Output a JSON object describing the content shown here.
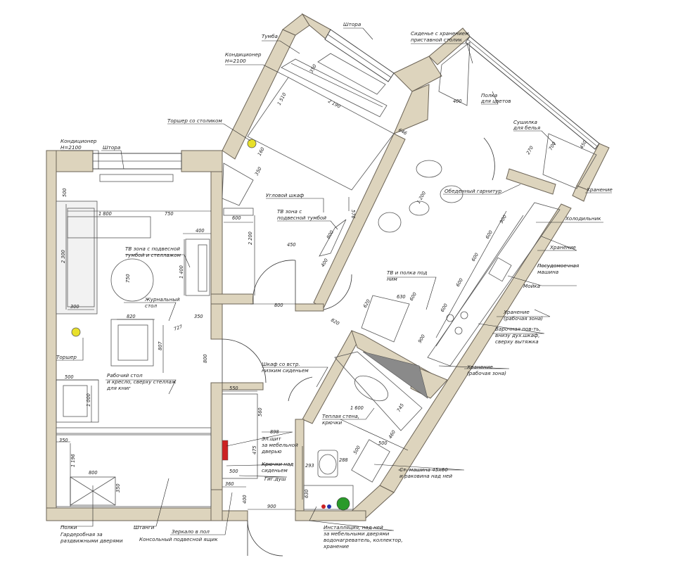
{
  "labels": {
    "tumba": "Тумба",
    "shtora_top": "Штора",
    "sidenie": "Сиденье с хранением,",
    "pristavnoy": "приставной столик",
    "polka_cvety": "Полка",
    "polka_cvety2": "для цветов",
    "kond_top": "Кондиционер",
    "kond_top_h": "H=2100",
    "sushilka": "Сушилка",
    "sushilka2": "для белья",
    "torsher_stolik": "Торшер со столиком",
    "kond_left": "Кондиционер",
    "kond_left_h": "H=2100",
    "shtora_left": "Штора",
    "hranenie_r1": "Хранение",
    "uglovoy": "Угловой шкаф",
    "obedenny": "Обеденный гарнитур",
    "tv_tumba": "ТВ зона с",
    "tv_tumba2": "подвесной тумбой",
    "holodilnik": "Холодильник",
    "hranenie_r2": "Хранение",
    "tv_stell": "ТВ зона с подвесной",
    "tv_stell2": "тумбой и стеллажом",
    "posud": "Посудомоечная",
    "posud2": "машина",
    "moyka": "Мойка",
    "tv_polka": "ТВ и полка под",
    "tv_polka2": "ним",
    "zhurnal": "Журнальный",
    "zhurnal2": "стол",
    "hran_rab": "Хранение",
    "hran_rab2": "(рабочая зона)",
    "varoch": "Варочная пов-ть,",
    "varoch2": "внизу дух.шкаф,",
    "varoch3": "сверху вытяжка",
    "torsher": "Торшер",
    "rab_stol": "Рабочий стол",
    "rab_stol2": "и кресло, сверху стеллаж",
    "rab_stol3": "для книг",
    "shkaf_sid": "Шкаф со встр.",
    "shkaf_sid2": "низким сиденьем",
    "hran_rab_b": "Хранение",
    "hran_rab_b2": "(рабочая зона)",
    "teplaya": "Теплая стена,",
    "teplaya2": "крючки",
    "elshit": "Эл.щит",
    "elshit2": "за мебельной",
    "elshit3": "дверью",
    "kryuchki": "Крючки над",
    "kryuchki2": "сиденьем",
    "gigdush": "Гиг.душ",
    "stmash": "Ст. машина 45х60",
    "stmash2": "и раковина над ней",
    "polki": "Полки",
    "garder": "Гардеробная за",
    "garder2": "раздвижными дверями",
    "shtangi": "Штанги",
    "zerkalo": "Зеркало в пол",
    "konsol": "Консольный подвесной ящик",
    "install": "Инсталляция, над ней",
    "install2": "за мебельными дверями",
    "install3": "водонагреватель, коллектор,",
    "install4": "хранение"
  },
  "dims": {
    "d2190": "2 190",
    "d1510": "1 510",
    "d350a": "350",
    "d646": "646",
    "d160": "160",
    "d350b": "350",
    "d576": "576",
    "d600": "600",
    "d2200": "2 200",
    "d500a": "500",
    "d1800": "1 800",
    "d750": "750",
    "d400a": "400",
    "d2300": "2 300",
    "d1400": "1 400",
    "d750b": "750",
    "d300": "300",
    "d350c": "350",
    "d820": "820",
    "d727": "727",
    "d807": "807",
    "d800a": "800",
    "d800b": "800",
    "d450": "450",
    "d500b": "500",
    "d1000": "1 000",
    "d550": "550",
    "d560": "560",
    "d898": "898",
    "d475": "475",
    "d500c": "500",
    "d350d": "350",
    "d1196": "1 196",
    "d800c": "800",
    "d350e": "350",
    "d360": "360",
    "d400b": "400",
    "d900": "900",
    "d293": "293",
    "d288": "288",
    "d630": "630",
    "d1600": "1 600",
    "d745": "745",
    "d500d": "500",
    "d460": "460",
    "d500e": "500",
    "d1200": "1 200",
    "d600b": "600",
    "d900b": "900",
    "d600c": "600",
    "d600d": "600",
    "d600e": "600",
    "d600f": "600",
    "d900c": "900",
    "d400c": "400",
    "d270": "270",
    "d700": "700",
    "d450b": "450",
    "d620": "620",
    "d630b": "630",
    "d820b": "820",
    "d400d": "400",
    "d800d": "800"
  },
  "colors": {
    "wall": "#ddd4bd",
    "lamp": "#e8e02a",
    "boiler": "#2a9a2a",
    "tap_red": "#cc2222",
    "tap_blue": "#2233aa"
  }
}
